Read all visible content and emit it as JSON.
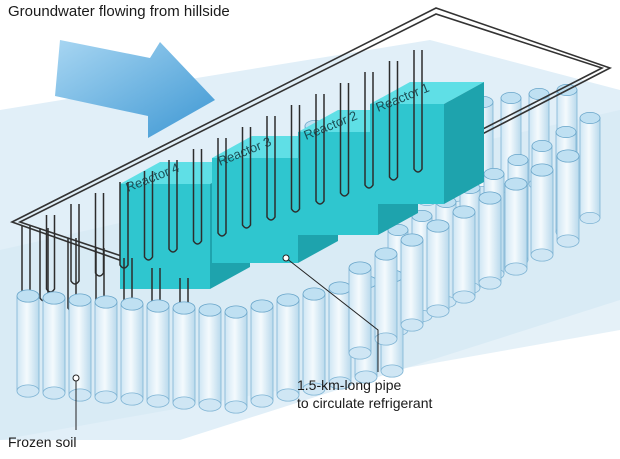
{
  "title": "Groundwater flowing from hillside",
  "reactors": [
    "Reactor 4",
    "Reactor 3",
    "Reactor 2",
    "Reactor 1"
  ],
  "labels": {
    "pipe_line1": "1.5-km-long pipe",
    "pipe_line2": "to circulate refrigerant",
    "frozen_soil": "Frozen soil"
  },
  "icons": {
    "flow": "arrow-icon"
  },
  "colors": {
    "ground": "#d8eaf5",
    "arrow": "#5aa9dc",
    "reactor_front": "#2fc6cf",
    "reactor_top": "#5fdfe6",
    "reactor_side": "#1ea3ad",
    "cylinder": "#e8f4fb",
    "cylinder_top": "#bfe0f2",
    "pipe": "#333333"
  }
}
